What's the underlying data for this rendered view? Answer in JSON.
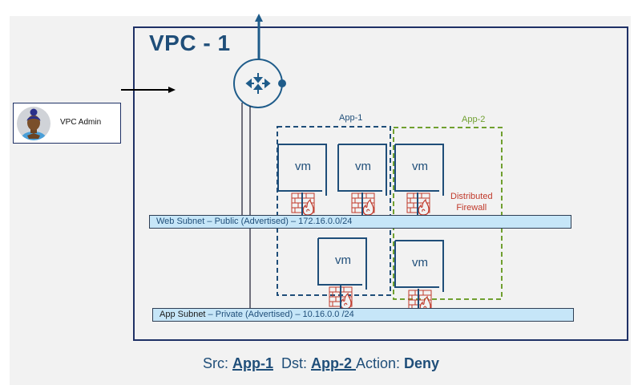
{
  "vpc": {
    "title": "VPC - 1"
  },
  "admin": {
    "label": "VPC Admin",
    "icon": "user-avatar-icon"
  },
  "router": {
    "icon": "router-icon"
  },
  "groups": [
    {
      "label": "App-1",
      "color": "#1f4e79"
    },
    {
      "label": "App-2",
      "color": "#70a030"
    }
  ],
  "vms": [
    {
      "label": "vm",
      "group": "App-1",
      "subnet": "web"
    },
    {
      "label": "vm",
      "group": "App-1",
      "subnet": "web"
    },
    {
      "label": "vm",
      "group": "App-2",
      "subnet": "web"
    },
    {
      "label": "vm",
      "group": "App-1",
      "subnet": "app"
    },
    {
      "label": "vm",
      "group": "App-2",
      "subnet": "app"
    }
  ],
  "firewall": {
    "line1": "Distributed",
    "line2": "Firewall",
    "icon": "firewall-icon",
    "color": "#c0392b"
  },
  "subnets": {
    "web": {
      "name": "Web Subnet",
      "detail": " – Public (Advertised) – 172.16.0.0/24"
    },
    "app": {
      "name": "App Subnet",
      "detail": " – Private (Advertised) – 10.16.0.0 /24"
    }
  },
  "rule": {
    "src_label": "Src: ",
    "src_value": "App-1",
    "dst_label": "Dst: ",
    "dst_value": "App-2 ",
    "action_label": "Action: ",
    "action_value": "Deny"
  }
}
